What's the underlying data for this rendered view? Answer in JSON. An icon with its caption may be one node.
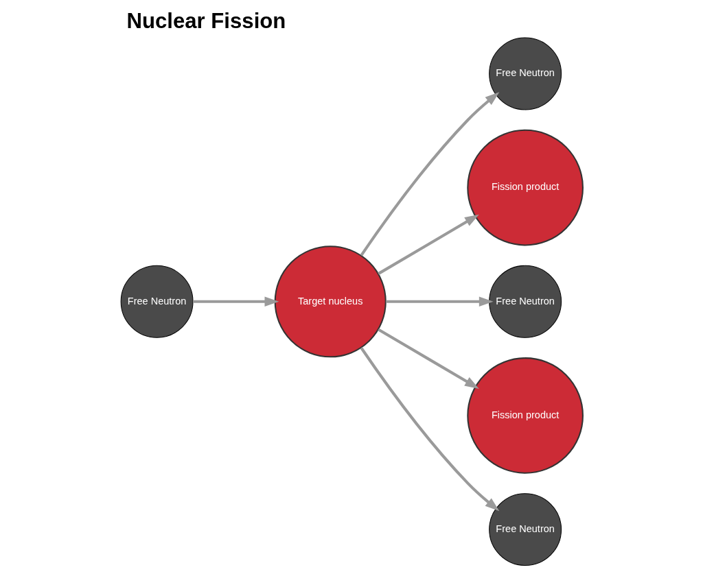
{
  "diagram": {
    "title": "Nuclear Fission",
    "nodes": [
      {
        "text": [
          "Free Neutron"
        ]
      },
      {
        "text": [
          "Target nucleus"
        ]
      },
      {
        "text": [
          "Free Neutron"
        ]
      },
      {
        "text": [
          "Fission product"
        ]
      },
      {
        "text": [
          "Free Neutron"
        ]
      },
      {
        "text": [
          "Fission product"
        ]
      },
      {
        "text": [
          "Free Neutron"
        ]
      }
    ],
    "edges": [
      {
        "from": 0,
        "to": 1,
        "arrow": "to"
      },
      {
        "from": 1,
        "to": 2,
        "arrow": "to"
      },
      {
        "from": 1,
        "to": 3,
        "arrow": "to"
      },
      {
        "from": 1,
        "to": 4,
        "arrow": "to"
      },
      {
        "from": 1,
        "to": 5,
        "arrow": "to"
      },
      {
        "from": 1,
        "to": 6,
        "arrow": "to"
      }
    ]
  }
}
